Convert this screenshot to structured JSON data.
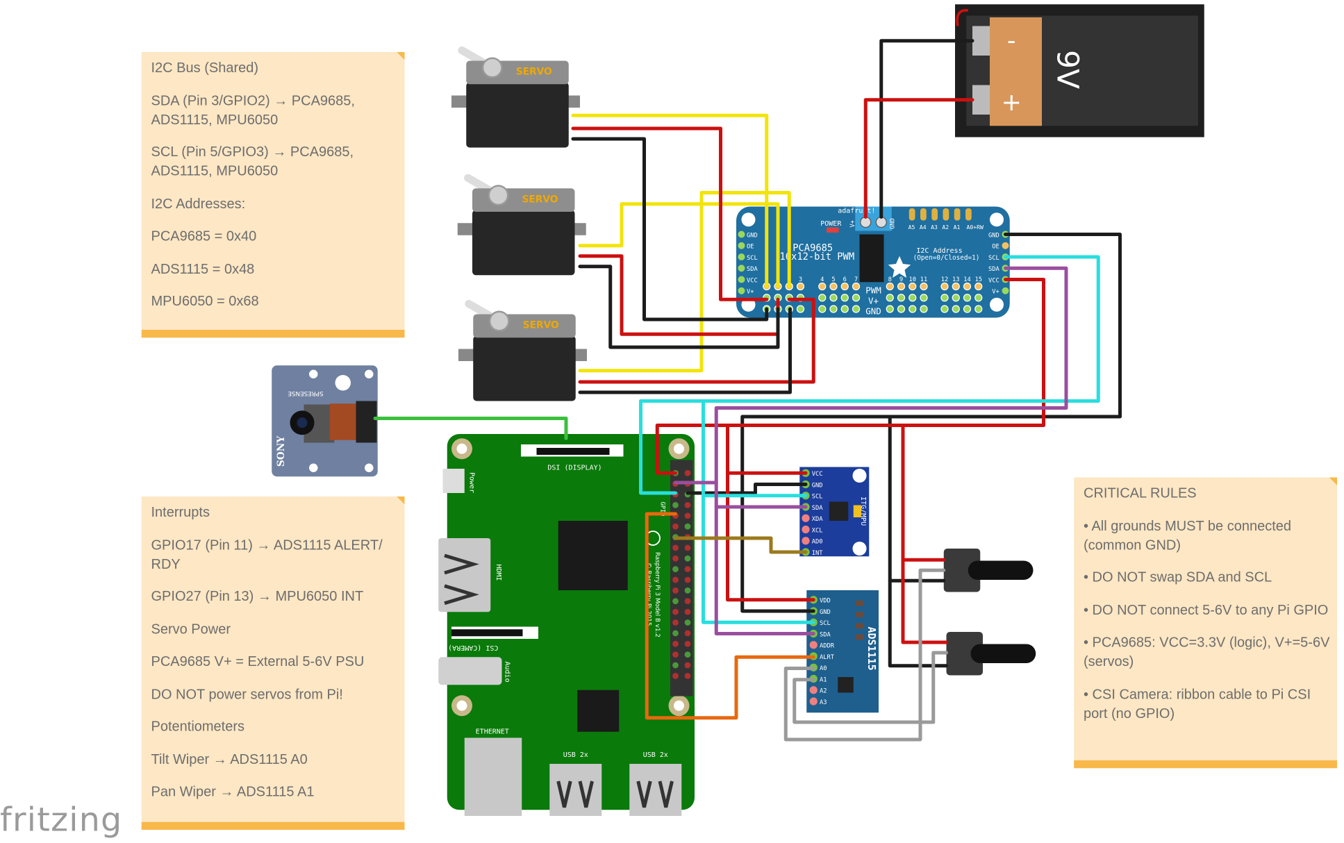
{
  "notes": {
    "i2c": {
      "lines": [
        "I2C Bus (Shared)",
        "SDA (Pin 3/GPIO2) → PCA9685, ADS1115, MPU6050",
        "SCL (Pin 5/GPIO3) → PCA9685, ADS1115, MPU6050",
        "I2C Addresses:",
        "PCA9685 = 0x40",
        "ADS1115 = 0x48",
        "MPU6050 = 0x68"
      ]
    },
    "interrupts": {
      "lines": [
        "Interrupts",
        "GPIO17 (Pin 11) → ADS1115 ALERT/ RDY",
        "GPIO27 (Pin 13) → MPU6050 INT",
        "Servo Power",
        "PCA9685 V+ = External 5-6V PSU",
        "DO NOT power servos from Pi!",
        "Potentiometers",
        "Tilt Wiper → ADS1115 A0",
        "Pan Wiper → ADS1115 A1"
      ]
    },
    "rules": {
      "lines": [
        "CRITICAL RULES",
        "• All grounds MUST be connected (common GND)",
        "• DO NOT swap SDA and SCL",
        "• DO NOT connect 5-6V to any Pi GPIO",
        "• PCA9685: VCC=3.3V (logic), V+=5-6V (servos)",
        "• CSI Camera: ribbon cable to Pi CSI port (no GPIO)"
      ]
    }
  },
  "servo": {
    "label": "SERVO"
  },
  "battery": {
    "label": "9V",
    "minus": "-",
    "plus": "+"
  },
  "pca": {
    "brand": "adafruit!",
    "power": "POWER",
    "title": "PCA9685",
    "subtitle": "16x12-bit PWM",
    "terminal_vplus": "V+",
    "terminal_gnd": "GND",
    "addr_title": "I2C Address",
    "addr_sub": "(Open=0/Closed=1)",
    "addr_pads": [
      "A5",
      "A4",
      "A3",
      "A2",
      "A1",
      "A0+RW"
    ],
    "side_pins": [
      "GND",
      "OE",
      "SCL",
      "SDA",
      "VCC",
      "V+"
    ],
    "header_numbers": [
      "3",
      "4",
      "5",
      "6",
      "7",
      "8",
      "9",
      "10",
      "11",
      "12",
      "13",
      "14",
      "15"
    ],
    "row_labels": [
      "PWM",
      "V+",
      "GND"
    ]
  },
  "pi": {
    "dsi": "DSI (DISPLAY)",
    "power": "Power",
    "hdmi": "HDMI",
    "csi": "CSI (CAMERA)",
    "audio": "Audio",
    "ethernet": "ETHERNET",
    "usb": "USB 2x",
    "gpio": "GPIO",
    "model": "Raspberry Pi 3 Model B v1.2",
    "copyright": "© Raspberry Pi 2015"
  },
  "camera": {
    "brand": "SONY",
    "board": "SPRESENSE"
  },
  "mpu": {
    "pins": [
      "VCC",
      "GND",
      "SCL",
      "SDA",
      "XDA",
      "XCL",
      "AD0",
      "INT"
    ],
    "label": "ITG/MPU"
  },
  "ads": {
    "pins": [
      "VDD",
      "GND",
      "SCL",
      "SDA",
      "ADDR",
      "ALRT",
      "A0",
      "A1",
      "A2",
      "A3"
    ],
    "label": "ADS1115"
  },
  "logo": "fritzing",
  "colors": {
    "note_bg": "#fde7c4",
    "note_bar": "#f8b84a",
    "pi_green": "#0a7a0a",
    "pca_blue": "#1f6fa0",
    "wire_i2c_scl": "#28dede",
    "wire_i2c_sda": "#9a4e9e",
    "wire_power": "#cc1010",
    "wire_ground": "#1c1c1c",
    "wire_signal": "#f2e40a"
  }
}
